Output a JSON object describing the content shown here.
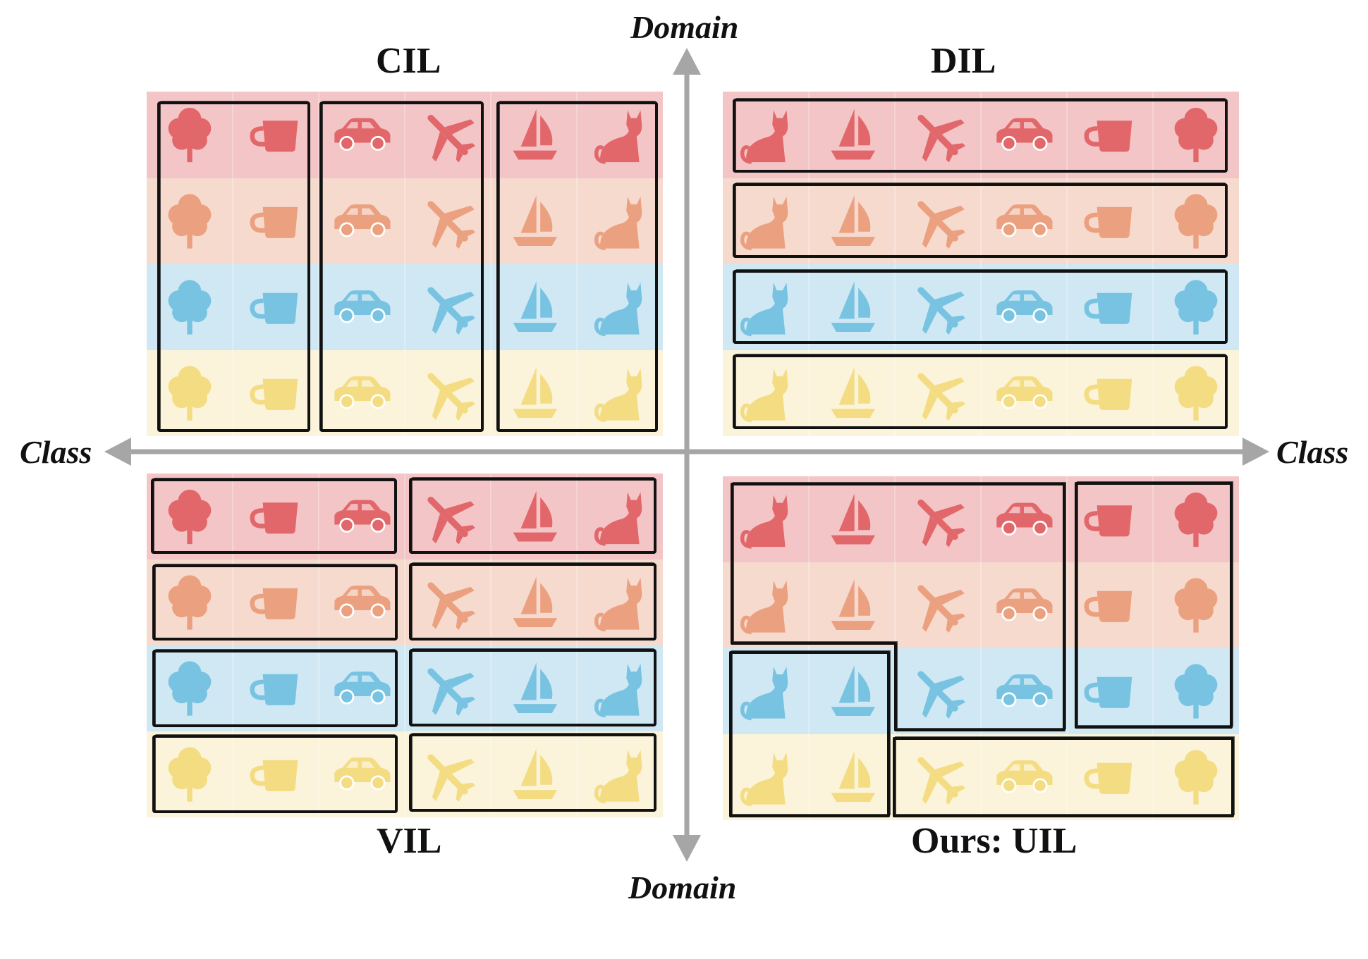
{
  "colors": {
    "domains": [
      {
        "bg": "#f3c5c7",
        "icon": "#e2676a"
      },
      {
        "bg": "#f6dace",
        "icon": "#eba07f"
      },
      {
        "bg": "#cfe8f3",
        "icon": "#78c3e2"
      },
      {
        "bg": "#fbf4da",
        "icon": "#f3dc82"
      }
    ],
    "axis": "#a6a6a6",
    "box": "#111111"
  },
  "axes": {
    "top": "Domain",
    "bottom": "Domain",
    "left": "Class",
    "right": "Class"
  },
  "quadrants": [
    {
      "id": "cil",
      "title": "CIL",
      "icons": [
        "tree-icon",
        "cup-icon",
        "car-icon",
        "airplane-icon",
        "sailboat-icon",
        "cat-icon"
      ],
      "mirror": false
    },
    {
      "id": "dil",
      "title": "DIL",
      "icons": [
        "cat-icon",
        "sailboat-icon",
        "airplane-icon",
        "car-icon",
        "cup-icon",
        "tree-icon"
      ],
      "mirror": true
    },
    {
      "id": "vil",
      "title": "VIL",
      "icons": [
        "tree-icon",
        "cup-icon",
        "car-icon",
        "airplane-icon",
        "sailboat-icon",
        "cat-icon"
      ],
      "mirror": false
    },
    {
      "id": "uil",
      "title": "Ours: UIL",
      "icons": [
        "cat-icon",
        "sailboat-icon",
        "airplane-icon",
        "car-icon",
        "cup-icon",
        "tree-icon"
      ],
      "mirror": true
    }
  ]
}
